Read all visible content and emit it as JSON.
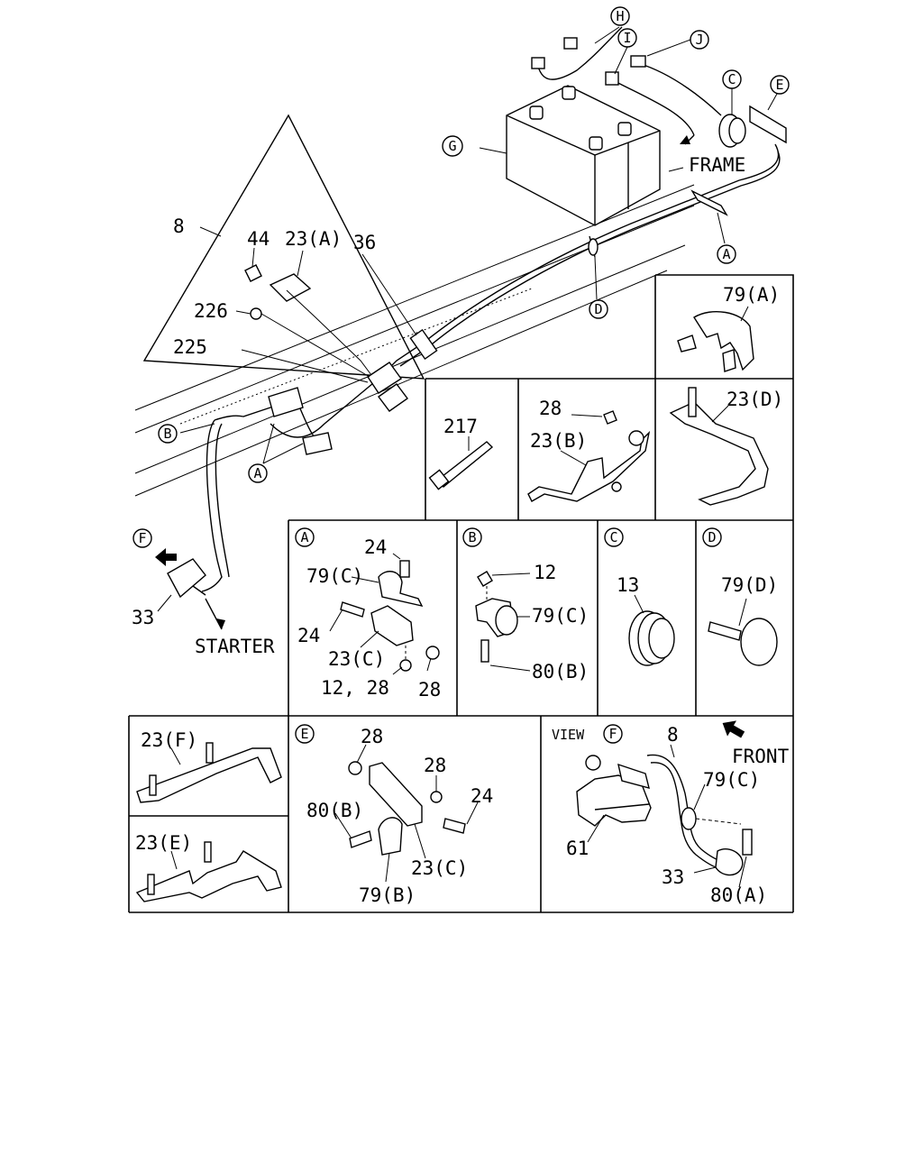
{
  "main_callouts": {
    "c8": "8",
    "c44": "44",
    "c23a": "23(A)",
    "c36": "36",
    "c226": "226",
    "c225": "225",
    "c33": "33",
    "starter": "STARTER",
    "frame": "FRAME",
    "circ_a1": "A",
    "circ_a2": "A",
    "circ_b": "B",
    "circ_c": "C",
    "circ_d": "D",
    "circ_e": "E",
    "circ_f": "F",
    "circ_g": "G",
    "circ_h": "H",
    "circ_i": "I",
    "circ_j": "J"
  },
  "panel_79a": {
    "label": "79(A)"
  },
  "panel_217": {
    "label": "217"
  },
  "panel_23b": {
    "l28": "28",
    "l23b": "23(B)"
  },
  "panel_23d": {
    "label": "23(D)"
  },
  "detail_a": {
    "tag": "A",
    "l24a": "24",
    "l79c": "79(C)",
    "l24b": "24",
    "l23c": "23(C)",
    "l1228": "12, 28",
    "l28": "28"
  },
  "detail_b": {
    "tag": "B",
    "l12": "12",
    "l79c": "79(C)",
    "l80b": "80(B)"
  },
  "detail_c": {
    "tag": "C",
    "l13": "13"
  },
  "detail_d": {
    "tag": "D",
    "l79d": "79(D)"
  },
  "panel_23f": {
    "label": "23(F)"
  },
  "panel_23e": {
    "label": "23(E)"
  },
  "detail_e": {
    "tag": "E",
    "l28a": "28",
    "l28b": "28",
    "l24": "24",
    "l80b": "80(B)",
    "l23c": "23(C)",
    "l79b": "79(B)"
  },
  "view_f": {
    "view": "VIEW",
    "tag": "F",
    "l8": "8",
    "front": "FRONT",
    "l79c": "79(C)",
    "l61": "61",
    "l33": "33",
    "l80a": "80(A)"
  }
}
